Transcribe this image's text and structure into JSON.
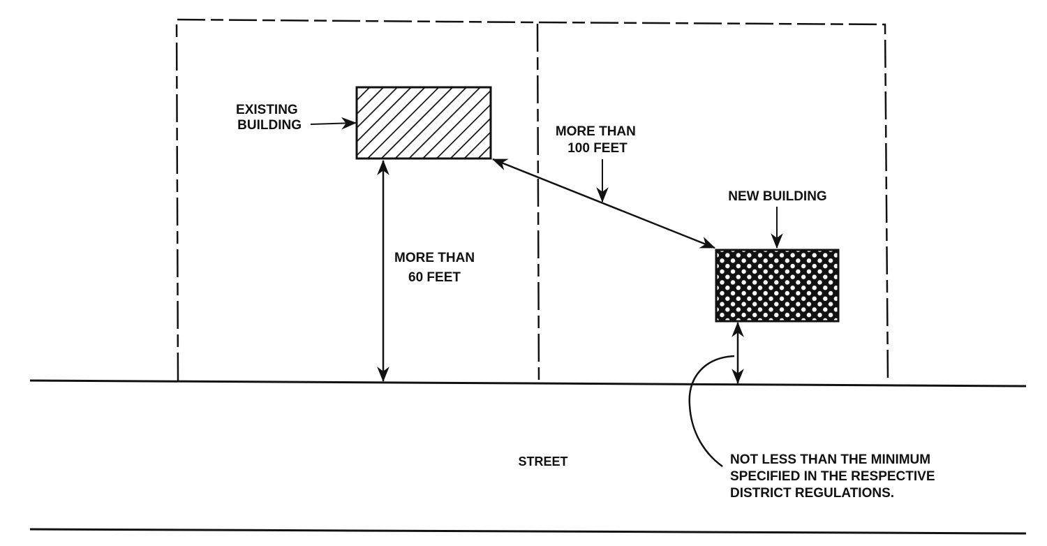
{
  "diagram": {
    "existing_building": {
      "label_lines": [
        "EXISTING",
        "BUILDING"
      ]
    },
    "new_building": {
      "label": "NEW BUILDING"
    },
    "distance_between_buildings": {
      "label_lines": [
        "MORE THAN",
        "100 FEET"
      ]
    },
    "setback_existing": {
      "label_lines": [
        "MORE THAN",
        "60 FEET"
      ]
    },
    "street": {
      "label": "STREET"
    },
    "setback_new_note": {
      "label_lines": [
        "NOT LESS THAN THE MINIMUM",
        "SPECIFIED IN THE RESPECTIVE",
        "DISTRICT REGULATIONS."
      ]
    }
  },
  "colors": {
    "ink": "#111111",
    "paper": "#ffffff"
  }
}
